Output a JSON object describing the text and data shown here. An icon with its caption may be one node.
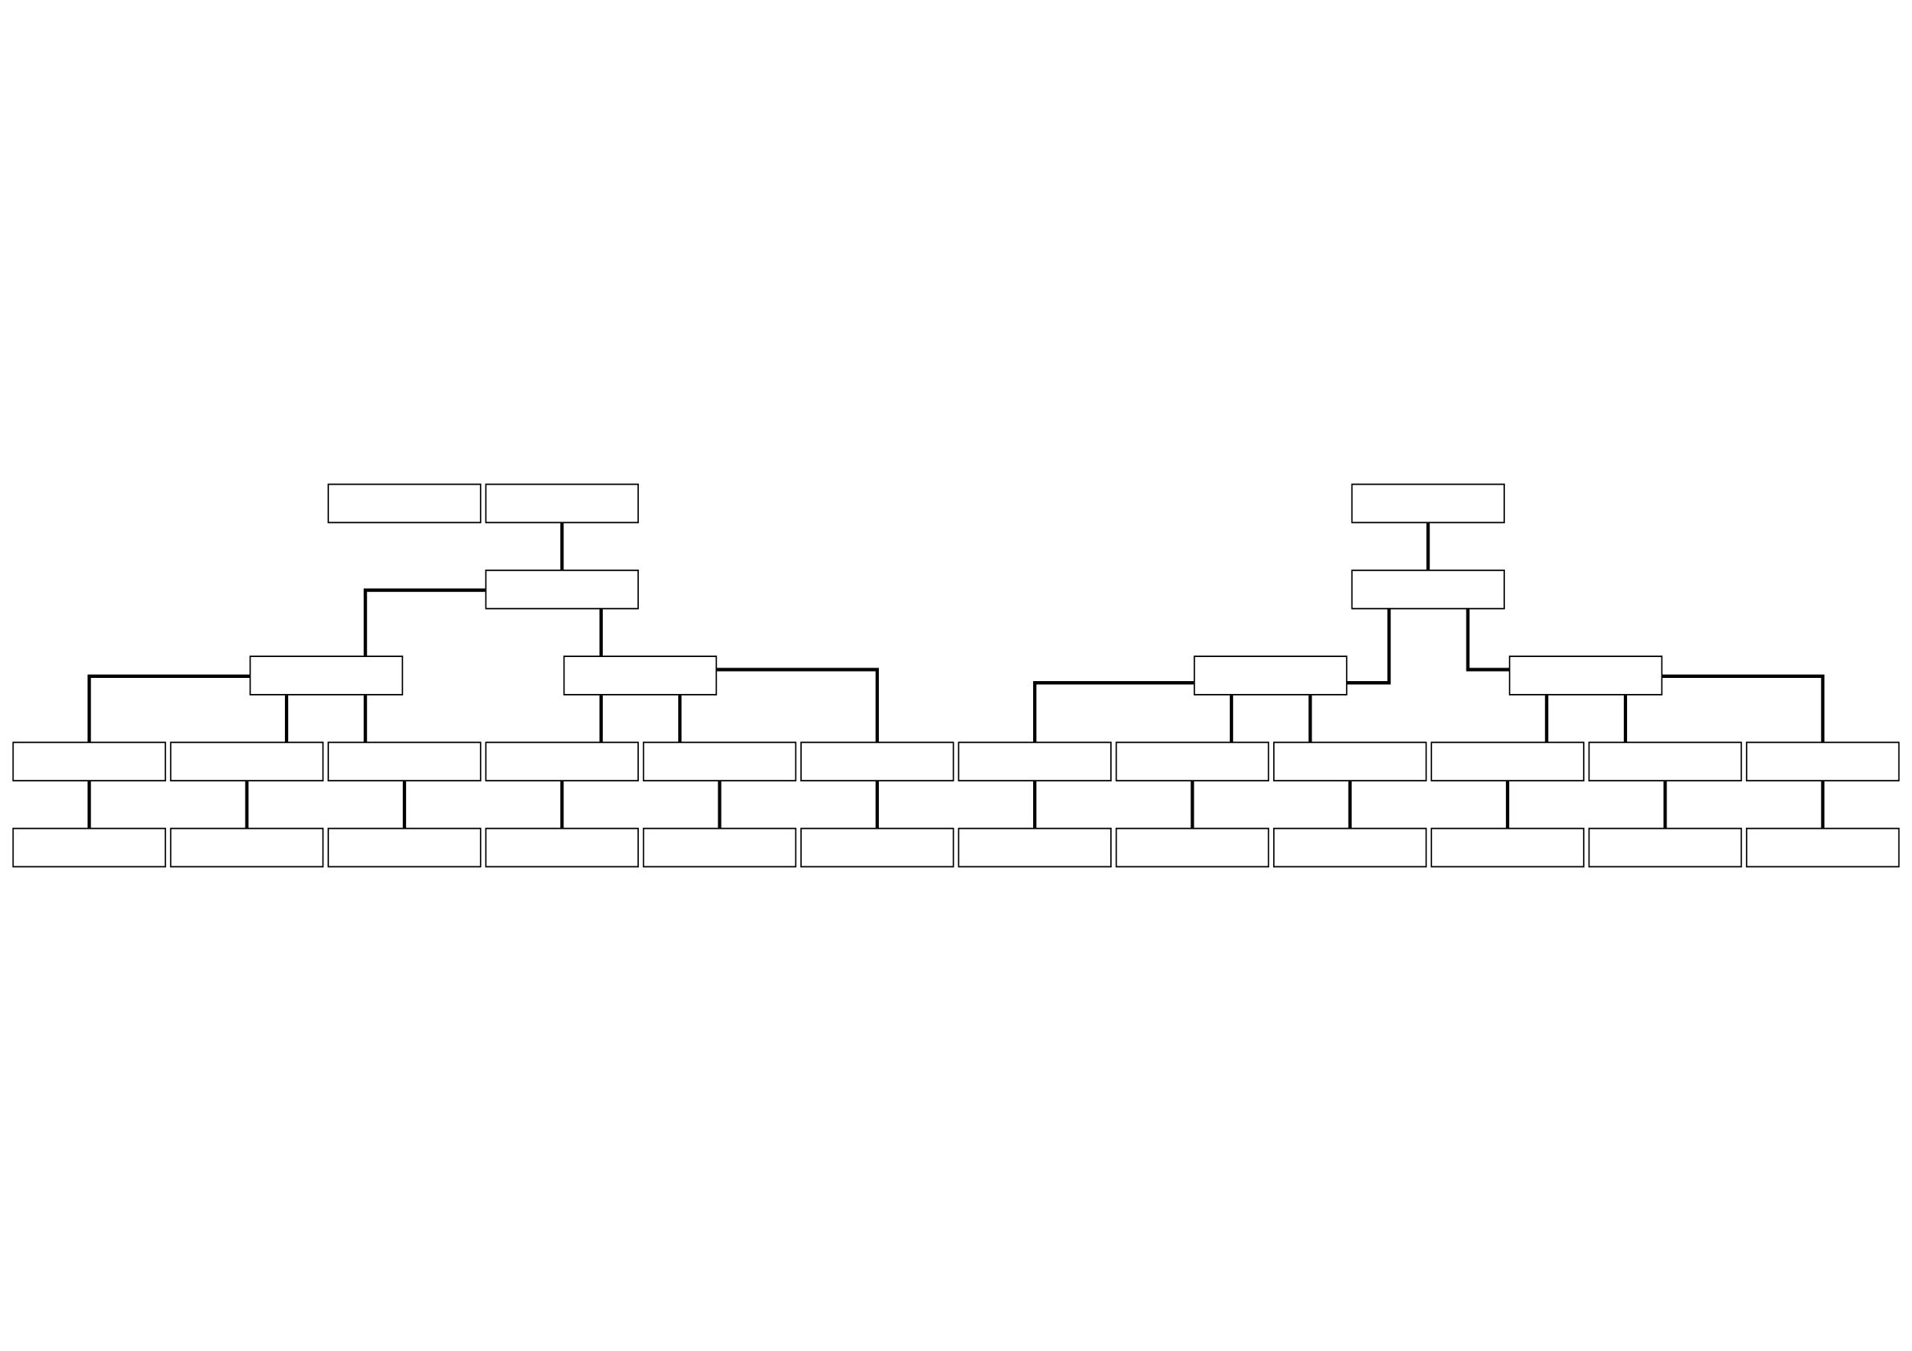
{
  "diagram": {
    "nodes": [
      {
        "text": [],
        "shape": "box"
      },
      {
        "text": [],
        "shape": "box"
      },
      {
        "text": [],
        "shape": "box"
      },
      {
        "text": [],
        "shape": "box"
      },
      {
        "text": [],
        "shape": "box"
      },
      {
        "text": [],
        "shape": "box"
      },
      {
        "text": [],
        "shape": "box"
      },
      {
        "text": [],
        "shape": "box"
      },
      {
        "text": [],
        "shape": "box"
      },
      {
        "text": [],
        "shape": "box"
      },
      {
        "text": [],
        "shape": "box"
      },
      {
        "text": [],
        "shape": "box"
      },
      {
        "text": [],
        "shape": "box"
      },
      {
        "text": [],
        "shape": "box"
      },
      {
        "text": [],
        "shape": "box"
      },
      {
        "text": [],
        "shape": "box"
      },
      {
        "text": [],
        "shape": "box"
      },
      {
        "text": [],
        "shape": "box"
      },
      {
        "text": [],
        "shape": "box"
      },
      {
        "text": [],
        "shape": "box"
      },
      {
        "text": [],
        "shape": "box"
      },
      {
        "text": [],
        "shape": "box"
      },
      {
        "text": [],
        "shape": "box"
      },
      {
        "text": [],
        "shape": "box"
      },
      {
        "text": [],
        "shape": "box"
      },
      {
        "text": [],
        "shape": "box"
      },
      {
        "text": [],
        "shape": "box"
      },
      {
        "text": [],
        "shape": "box"
      },
      {
        "text": [],
        "shape": "box"
      },
      {
        "text": [],
        "shape": "box"
      },
      {
        "text": [],
        "shape": "box"
      },
      {
        "text": [],
        "shape": "box"
      },
      {
        "text": [],
        "shape": "box"
      }
    ],
    "edges": [
      {
        "from": 1,
        "to": 2,
        "arrow": "none"
      },
      {
        "from": 2,
        "to": 3,
        "arrow": "none"
      },
      {
        "from": 2,
        "to": 4,
        "arrow": "none"
      },
      {
        "from": 3,
        "to": 5,
        "arrow": "none"
      },
      {
        "from": 3,
        "to": 6,
        "arrow": "none"
      },
      {
        "from": 3,
        "to": 7,
        "arrow": "none"
      },
      {
        "from": 4,
        "to": 8,
        "arrow": "none"
      },
      {
        "from": 4,
        "to": 9,
        "arrow": "none"
      },
      {
        "from": 4,
        "to": 10,
        "arrow": "none"
      },
      {
        "from": 5,
        "to": 11,
        "arrow": "none"
      },
      {
        "from": 6,
        "to": 12,
        "arrow": "none"
      },
      {
        "from": 7,
        "to": 13,
        "arrow": "none"
      },
      {
        "from": 8,
        "to": 14,
        "arrow": "none"
      },
      {
        "from": 9,
        "to": 15,
        "arrow": "none"
      },
      {
        "from": 10,
        "to": 16,
        "arrow": "none"
      },
      {
        "from": 17,
        "to": 18,
        "arrow": "none"
      },
      {
        "from": 18,
        "to": 19,
        "arrow": "none"
      },
      {
        "from": 18,
        "to": 20,
        "arrow": "none"
      },
      {
        "from": 19,
        "to": 21,
        "arrow": "none"
      },
      {
        "from": 19,
        "to": 22,
        "arrow": "none"
      },
      {
        "from": 19,
        "to": 23,
        "arrow": "none"
      },
      {
        "from": 20,
        "to": 24,
        "arrow": "none"
      },
      {
        "from": 20,
        "to": 25,
        "arrow": "none"
      },
      {
        "from": 20,
        "to": 26,
        "arrow": "none"
      },
      {
        "from": 21,
        "to": 27,
        "arrow": "none"
      },
      {
        "from": 22,
        "to": 28,
        "arrow": "none"
      },
      {
        "from": 23,
        "to": 29,
        "arrow": "none"
      },
      {
        "from": 24,
        "to": 30,
        "arrow": "none"
      },
      {
        "from": 25,
        "to": 31,
        "arrow": "none"
      },
      {
        "from": 26,
        "to": 32,
        "arrow": "none"
      }
    ]
  }
}
